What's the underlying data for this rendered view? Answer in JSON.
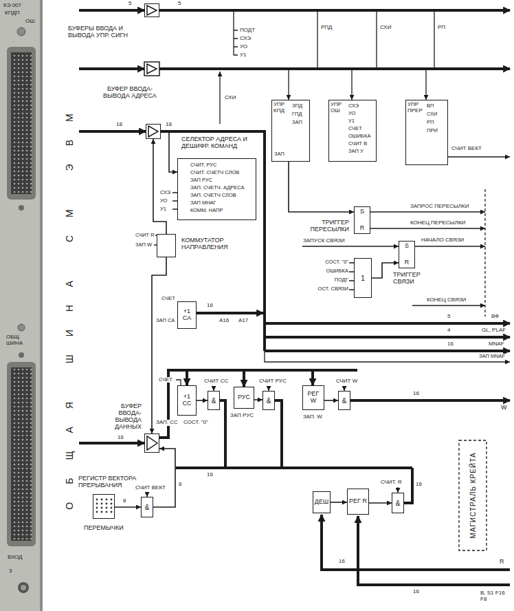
{
  "diagram": {
    "nodes": [
      {
        "text": [
          "БУФЕРЫ ВВОДА И ВЫВОДА УПР. СИГН"
        ]
      },
      {
        "text": [
          "БУФЕР ВВОДА-ВЫВОДА АДРЕСА"
        ]
      },
      {
        "text": [
          "СЕЛЕКТОР АДРЕСА И ДЕШИФР. КОМАНД"
        ]
      },
      {
        "text": [
          "УПР",
          "КПД"
        ]
      },
      {
        "text": [
          "УПР",
          "ОШ"
        ]
      },
      {
        "text": [
          "УПР",
          "ПРЕР"
        ]
      },
      {
        "text": [
          "ТРИГГЕР ПЕРЕСЫЛКИ",
          "S",
          "R"
        ]
      },
      {
        "text": [
          "КОММУТАТОР НАПРАВЛЕНИЯ"
        ]
      },
      {
        "text": [
          "1"
        ]
      },
      {
        "text": [
          "ТРИГГЕР СВЯЗИ",
          "S",
          "R"
        ]
      },
      {
        "text": [
          "+1 СА"
        ]
      },
      {
        "text": [
          "+1 СС"
        ]
      },
      {
        "text": [
          "&"
        ]
      },
      {
        "text": [
          "РУС"
        ]
      },
      {
        "text": [
          "&"
        ]
      },
      {
        "text": [
          "РЕГ W"
        ]
      },
      {
        "text": [
          "&"
        ]
      },
      {
        "text": [
          "БУФЕР ВВОДА-ВЫВОДА ДАННЫХ"
        ]
      },
      {
        "text": [
          "РЕГИСТР ВЕКТОРА ПРЕРЫВАНИЯ",
          "ПЕРЕМЫЧКИ"
        ]
      },
      {
        "text": [
          "&"
        ]
      },
      {
        "text": [
          "ДЕШ"
        ]
      },
      {
        "text": [
          "РЕГ R"
        ]
      },
      {
        "text": [
          "&"
        ]
      }
    ],
    "edges": [
      {
        "from": 1,
        "to": 2,
        "arrow": "to"
      },
      {
        "from": 7,
        "to": 1,
        "arrow": "to"
      },
      {
        "from": 7,
        "to": 17,
        "arrow": "to"
      },
      {
        "from": 3,
        "to": 6,
        "arrow": "to"
      },
      {
        "from": 8,
        "to": 9,
        "arrow": "to"
      },
      {
        "from": 11,
        "to": 12,
        "arrow": "to"
      },
      {
        "from": 13,
        "to": 14,
        "arrow": "to"
      },
      {
        "from": 15,
        "to": 16,
        "arrow": "to"
      },
      {
        "from": 18,
        "to": 19,
        "arrow": "to"
      },
      {
        "from": 20,
        "to": 21,
        "arrow": "to"
      },
      {
        "from": 21,
        "to": 22,
        "arrow": "to"
      },
      {
        "from": 19,
        "to": 17,
        "arrow": "to"
      }
    ],
    "labels": [
      "КЭ 007",
      "КПДП",
      "ОШ",
      "ОБЩ ШИНА",
      "ВХОД",
      "3",
      "ОБЩАЯ ШИНА СМ ЭВМ",
      "5",
      "5",
      "ПОДТ",
      "СХЭ",
      "УО",
      "У1",
      "РПД",
      "СХИ",
      "РП",
      "СХИ",
      "18",
      "18",
      "СЧИТ. РУС",
      "СЧИТ. СЧЕТЧ СЛОВ",
      "ЗАП РУС",
      "ЗАП. СЧЕТЧ. АДРЕСА",
      "ЗАП. СЧЕТЧ СЛОВ",
      "ЗАП МНАГ",
      "КОММ. НАПР",
      "СХЭ",
      "УО",
      "У1",
      "СЧИТ R",
      "ЗАП W",
      "ЗАП",
      "ЗПД",
      "ГПД",
      "ЗАП",
      "СХЭ",
      "УО",
      "У1",
      "СЧЕТ",
      "ОШИБКА",
      "СЧИТ В",
      "ЗАП У",
      "ВП",
      "СХИ",
      "РП",
      "ПРИ",
      "СЧИТ ВЕКТ",
      "ЗАПРОС ПЕРЕСЫЛКИ",
      "КОНЕЦ ПЕРЕСЫЛКИ",
      "НАЧАЛО СВЯЗИ",
      "ЗАПУСК СВЯЗИ",
      "СОСТ. \"0\"",
      "ОШИБКА",
      "ПОДГ",
      "ОСТ. СВЯЗИ",
      "КОНЕЦ СВЯЗИ",
      "16",
      "A16",
      "A17",
      "СЧЕТ",
      "ЗАП СА",
      "5",
      "ВФ",
      "4",
      "GL, PLAF",
      "16",
      "MNAF",
      "ЗАП MNAF",
      "СЧЕТ",
      "ЗАП. СС",
      "СОСТ. \"0\"",
      "СЧИТ СС",
      "ЗАП РУС",
      "СЧИТ РУС",
      "ЗАП. W",
      "СЧИТ W",
      "16",
      "W",
      "16",
      "16",
      "8",
      "СЧИТ ВЕКТ",
      "8",
      "СЧИТ. R",
      "16",
      "16",
      "16",
      "R",
      "B, S1 F16 F8",
      "МАГИСТРАЛЬ КРЕЙТА"
    ]
  }
}
